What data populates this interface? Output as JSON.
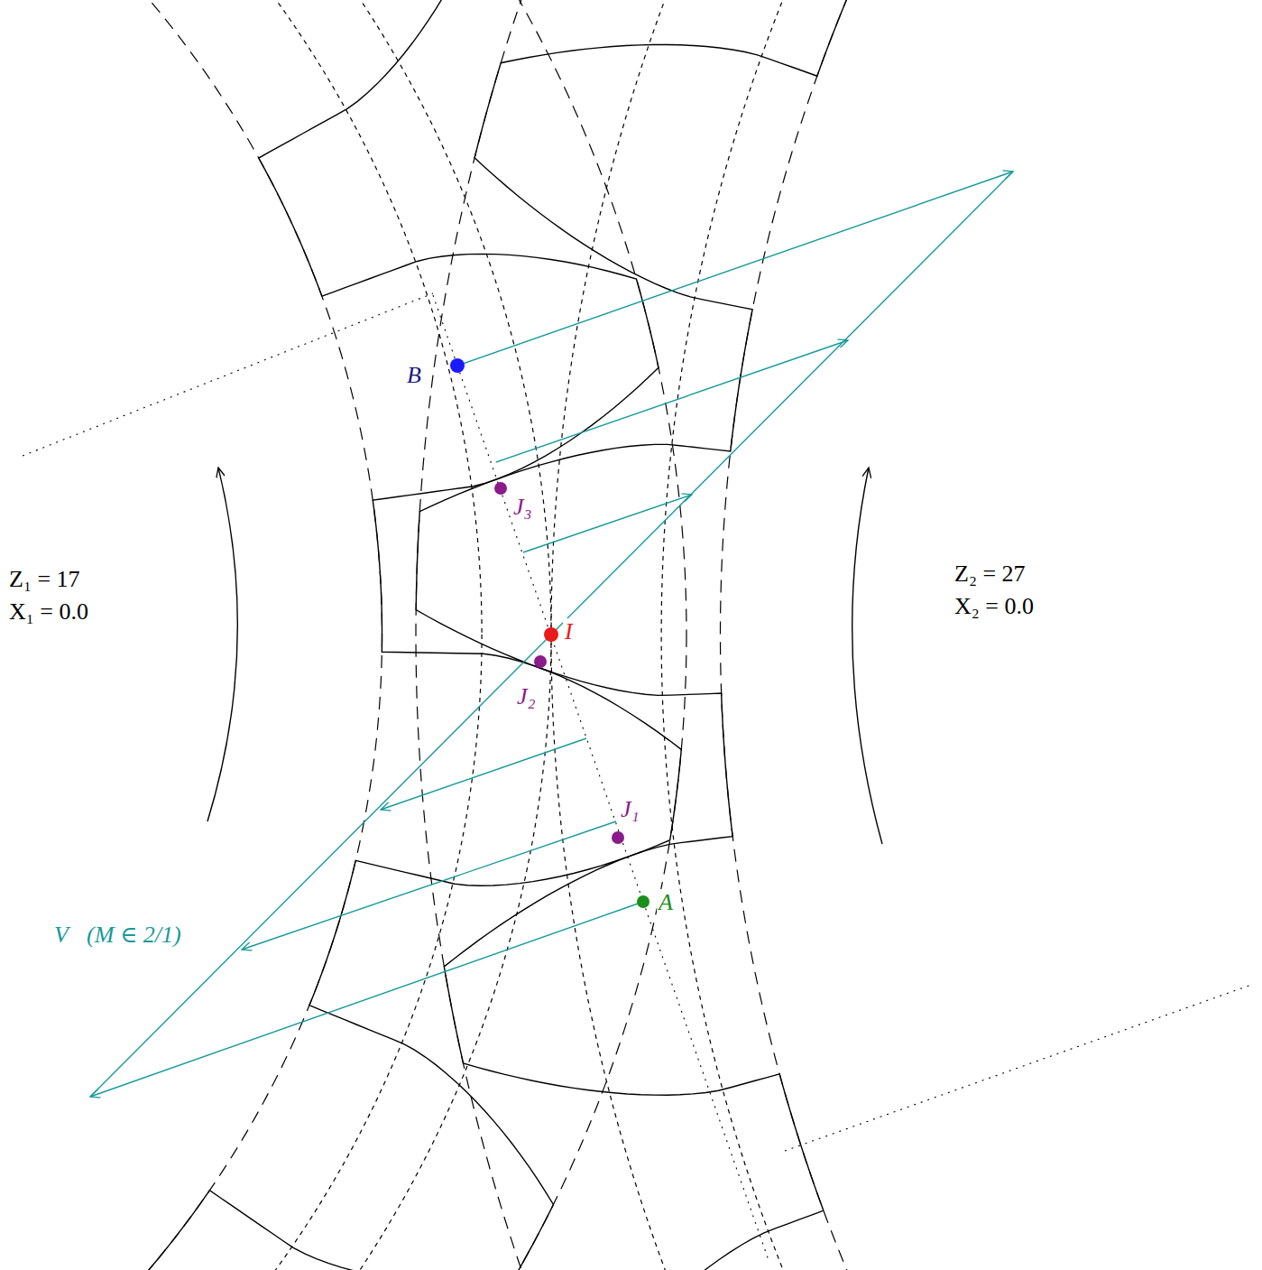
{
  "diagram": {
    "labels": [
      "Z₁ = 17",
      "X₁ = 0.0",
      "Z₂ = 27",
      "X₂ = 0.0",
      "B",
      "J₃",
      "I",
      "J₂",
      "J₁",
      "A",
      "V⃗(M ∈ 2/1)"
    ]
  }
}
